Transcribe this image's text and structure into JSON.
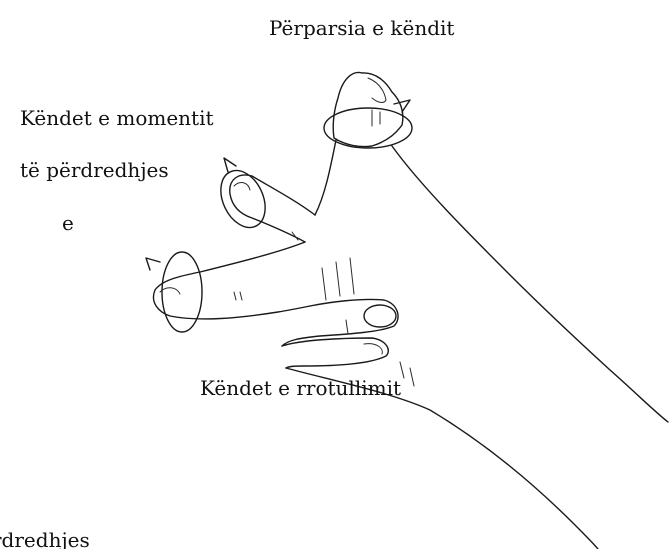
{
  "labels": {
    "top": "Përparsia e këndit",
    "moment_line1": "Këndet e momentit",
    "moment_line2": "të përdredhjes",
    "moment_line3": "e",
    "rotation": "Këndet e rrotullimit",
    "bottom_fragment": "rdredhjes"
  },
  "colors": {
    "ink": "#1a1a1a",
    "background": "#ffffff"
  }
}
